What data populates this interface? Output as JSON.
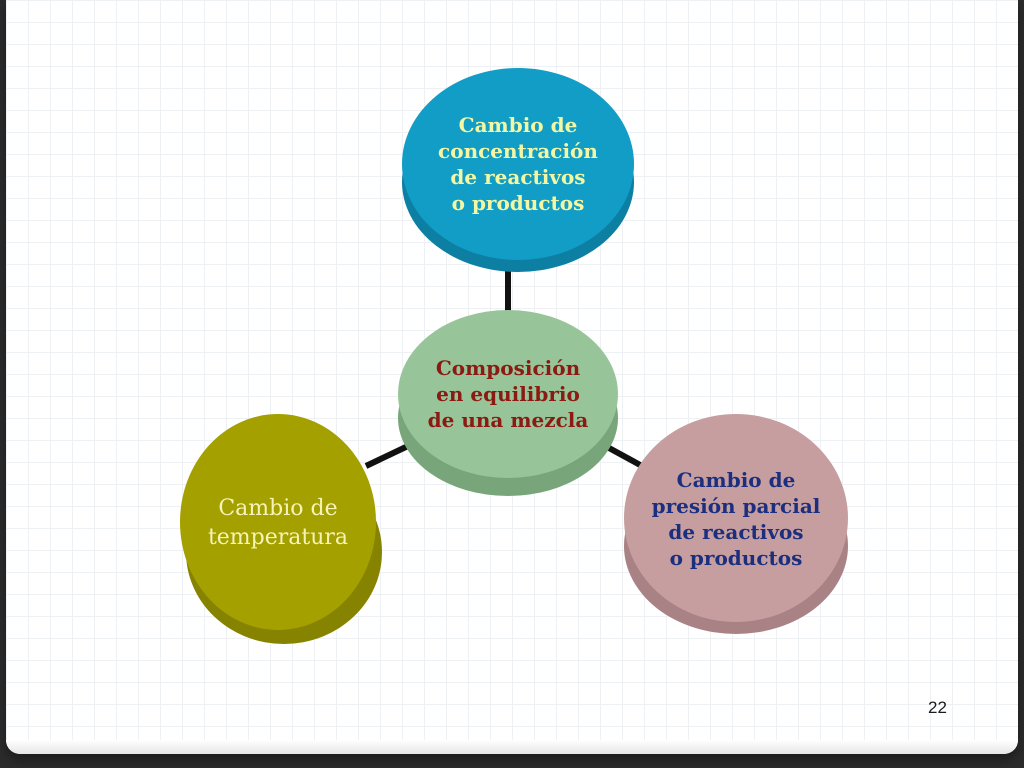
{
  "diagram": {
    "center": {
      "label": "Composición\nen equilibrio\nde una mezcla",
      "fill": "#97c599",
      "text_color": "#8a1a12"
    },
    "top": {
      "label": "Cambio de\nconcentración\nde reactivos\no productos",
      "fill": "#119dc6",
      "text_color": "#f3f7a3"
    },
    "right": {
      "label": "Cambio de\npresión parcial\nde reactivos\no productos",
      "fill": "#c69ea0",
      "text_color": "#1c2f7e"
    },
    "left": {
      "label": "Cambio de\ntemperatura",
      "fill": "#a3a000",
      "text_color": "#f6f3b8"
    },
    "connector_color": "#111111"
  },
  "slide": {
    "page_number": "22"
  }
}
